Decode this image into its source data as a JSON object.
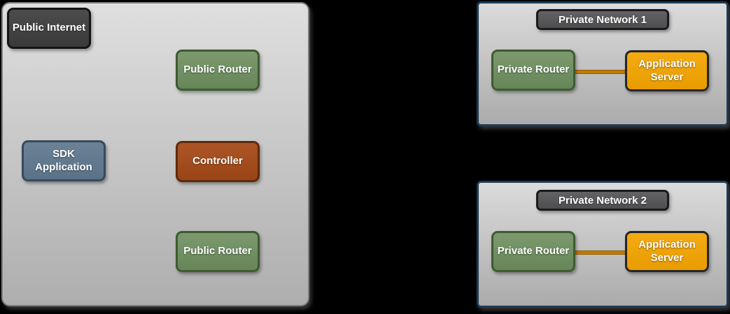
{
  "diagram": {
    "public_zone": {
      "public_internet": "Public Internet",
      "public_router_top": "Public Router",
      "sdk_application": "SDK Application",
      "controller": "Controller",
      "public_router_bottom": "Public Router"
    },
    "networks": [
      {
        "title": "Private Network 1",
        "router": "Private Router",
        "server": "Application Server"
      },
      {
        "title": "Private Network 2",
        "router": "Private Router",
        "server": "Application Server"
      }
    ],
    "colors": {
      "background": "#000000",
      "zone_fill_top": "#DFDFDF",
      "zone_fill_bottom": "#AEAEAE",
      "network_border": "#1E3C55",
      "charcoal_fill": "#424242",
      "router_green_fill": "#70905F",
      "sdk_slate_fill": "#64798C",
      "controller_rust_fill": "#A54D1F",
      "server_amber_fill": "#F0A202",
      "connector_orange": "#C17B00"
    }
  }
}
